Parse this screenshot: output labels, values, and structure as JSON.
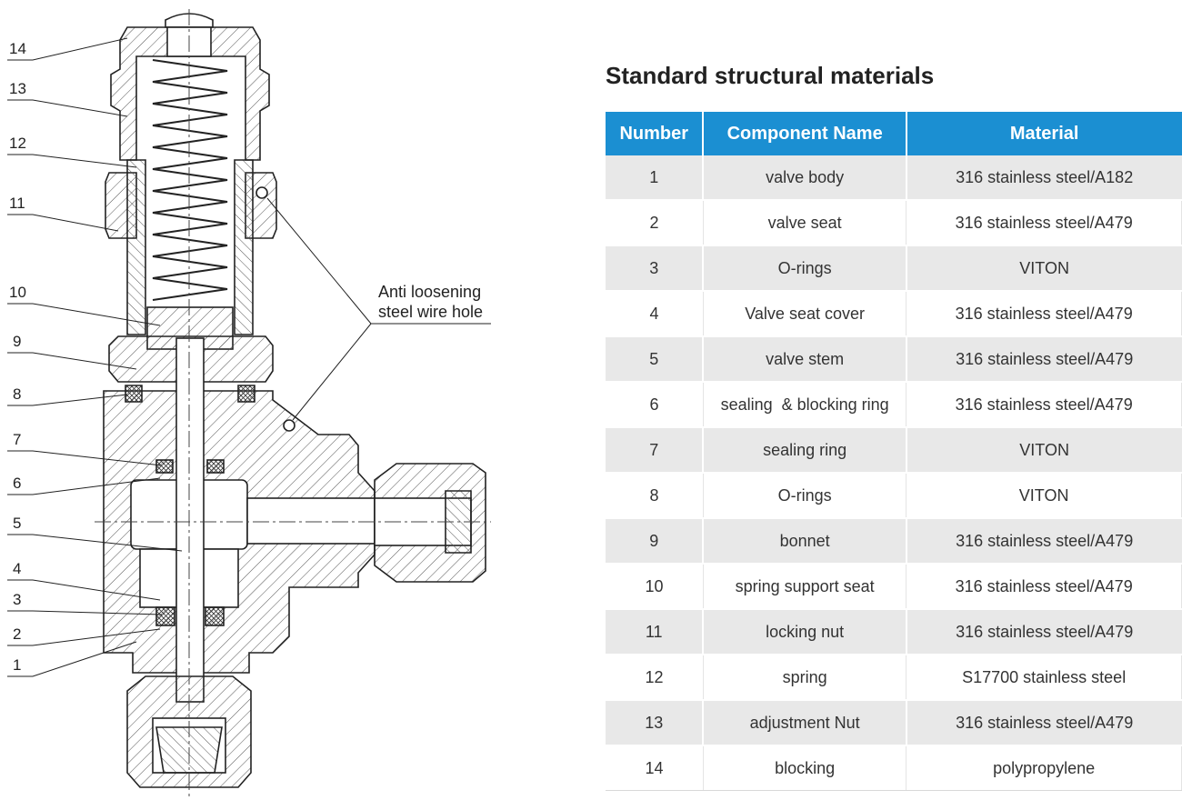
{
  "diagram": {
    "callouts": [
      "1",
      "2",
      "3",
      "4",
      "5",
      "6",
      "7",
      "8",
      "9",
      "10",
      "11",
      "12",
      "13",
      "14"
    ],
    "annotation": {
      "line1": "Anti loosening",
      "line2": "steel wire hole"
    }
  },
  "title": "Standard structural materials",
  "table": {
    "headers": [
      "Number",
      "Component Name",
      "Material"
    ],
    "rows": [
      [
        "1",
        "valve body",
        "316 stainless steel/A182"
      ],
      [
        "2",
        "valve seat",
        "316 stainless steel/A479"
      ],
      [
        "3",
        "O-rings",
        "VITON"
      ],
      [
        "4",
        "Valve seat cover",
        "316 stainless steel/A479"
      ],
      [
        "5",
        "valve stem",
        "316 stainless steel/A479"
      ],
      [
        "6",
        "sealing  & blocking ring",
        "316 stainless steel/A479"
      ],
      [
        "7",
        "sealing ring",
        "VITON"
      ],
      [
        "8",
        "O-rings",
        "VITON"
      ],
      [
        "9",
        "bonnet",
        "316 stainless steel/A479"
      ],
      [
        "10",
        "spring support seat",
        "316 stainless steel/A479"
      ],
      [
        "11",
        "locking nut",
        "316 stainless steel/A479"
      ],
      [
        "12",
        "spring",
        "S17700 stainless steel"
      ],
      [
        "13",
        "adjustment Nut",
        "316 stainless steel/A479"
      ],
      [
        "14",
        "blocking",
        "polypropylene"
      ]
    ]
  },
  "colors": {
    "header_bg": "#1b8fd2",
    "row_alt_bg": "#e8e8e8",
    "line": "#222222"
  }
}
